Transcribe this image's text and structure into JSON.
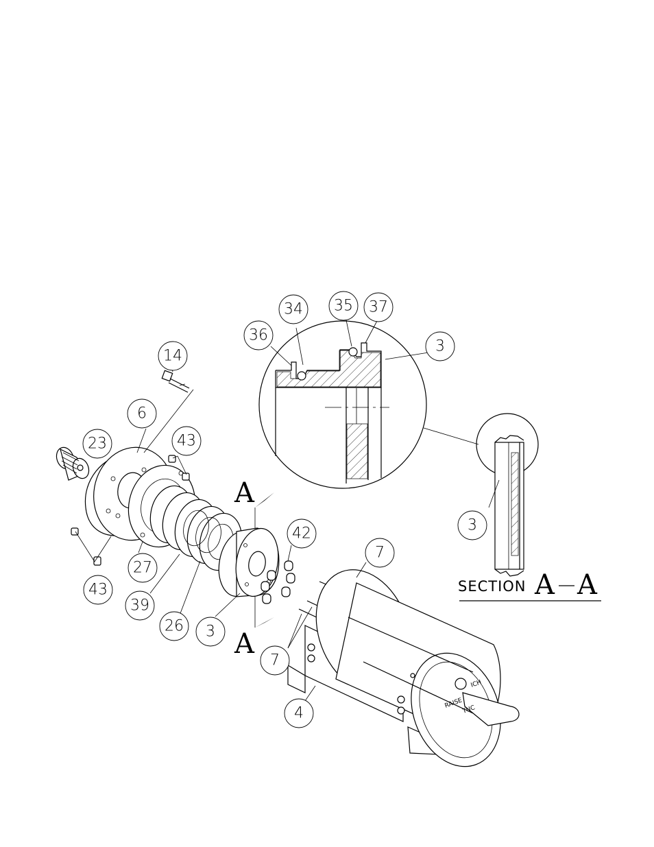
{
  "callouts": {
    "c34": "34",
    "c35": "35",
    "c37": "37",
    "c36": "36",
    "c3_detail": "3",
    "c14": "14",
    "c6": "6",
    "c23": "23",
    "c43_top": "43",
    "c43_bottom": "43",
    "c27": "27",
    "c39": "39",
    "c26": "26",
    "c3_plate": "3",
    "c42": "42",
    "c7_top": "7",
    "c7_bottom": "7",
    "c4": "4",
    "c3_section": "3"
  },
  "section": {
    "word": "SECTION",
    "letter_left": "A",
    "dash": "—",
    "letter_right": "A"
  },
  "cut_marks": {
    "top": "A",
    "bottom": "A"
  },
  "drum_label": {
    "line1": "RAISE",
    "line2": "ICH",
    "line3": "TUC"
  }
}
